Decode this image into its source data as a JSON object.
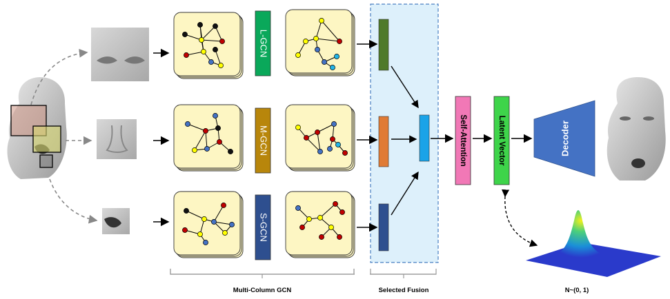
{
  "columns": [
    {
      "gcn_label": "L-GCN",
      "color": "#0aa85a",
      "feature_color": "#4f7a2a"
    },
    {
      "gcn_label": "M-GCN",
      "color": "#b8860b",
      "feature_color": "#e07b35"
    },
    {
      "gcn_label": "S-GCN",
      "color": "#2e4f8f",
      "feature_color": "#2e4f8f"
    }
  ],
  "fused_color": "#1aa3e8",
  "self_attention": {
    "label": "Self-Attention",
    "color": "#f178b6"
  },
  "latent_vector": {
    "label": "Latent Vector",
    "color": "#3ed44a"
  },
  "decoder": {
    "label": "Decoder",
    "color": "#4472c4"
  },
  "captions": {
    "multi_column": "Multi-Column GCN",
    "selected_fusion": "Selected Fusion",
    "distribution": "N~(0, 1)"
  },
  "node_colors": {
    "red": "#c00000",
    "blue": "#4472c4",
    "yellow": "#ffff00",
    "black": "#111111",
    "cyan": "#22b5e8"
  },
  "graph_panel_color": "#fdf6c3",
  "fusion_panel_color": "#ddf0fb"
}
